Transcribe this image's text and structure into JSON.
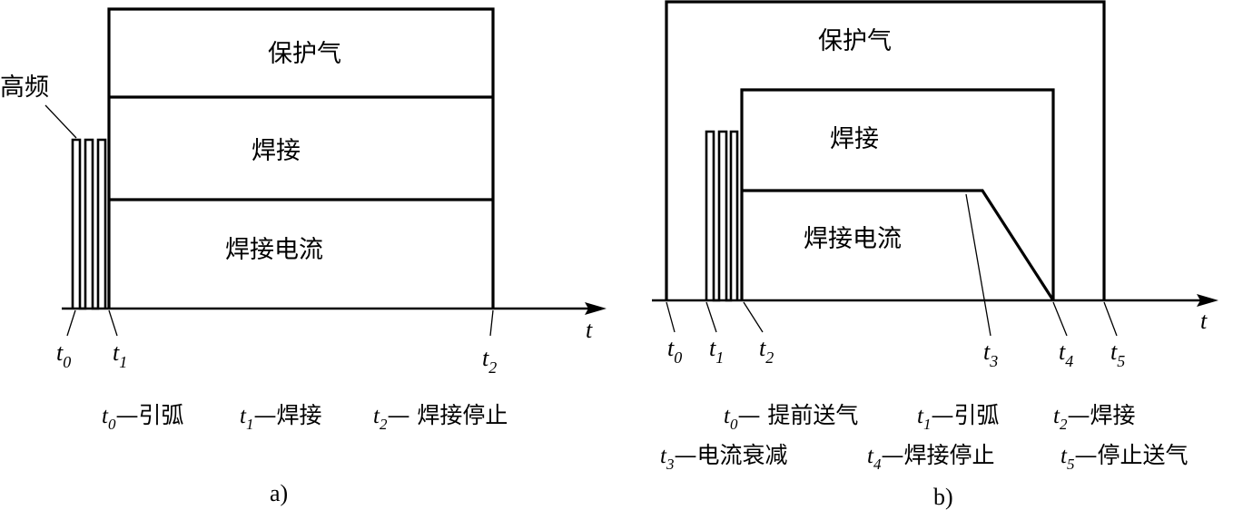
{
  "diagram_a": {
    "blocks": [
      "保护气",
      "焊接",
      "焊接电流"
    ],
    "hf_label": "高频",
    "axis_label": "t",
    "ticks": [
      {
        "t": "t",
        "sub": "0"
      },
      {
        "t": "t",
        "sub": "1"
      },
      {
        "t": "t",
        "sub": "2"
      }
    ],
    "legend_line": [
      {
        "t": "t",
        "sub": "0",
        "desc": "—引弧"
      },
      {
        "t": "t",
        "sub": "1",
        "desc": "—焊接"
      },
      {
        "t": "t",
        "sub": "2",
        "desc": "— 焊接停止"
      }
    ],
    "panel_label": "a)"
  },
  "diagram_b": {
    "blocks": [
      "保护气",
      "焊接",
      "焊接电流"
    ],
    "axis_label": "t",
    "ticks": [
      {
        "t": "t",
        "sub": "0"
      },
      {
        "t": "t",
        "sub": "1"
      },
      {
        "t": "t",
        "sub": "2"
      },
      {
        "t": "t",
        "sub": "3"
      },
      {
        "t": "t",
        "sub": "4"
      },
      {
        "t": "t",
        "sub": "5"
      }
    ],
    "legend_line1": [
      {
        "t": "t",
        "sub": "0",
        "desc": "— 提前送气"
      },
      {
        "t": "t",
        "sub": "1",
        "desc": "—引弧"
      },
      {
        "t": "t",
        "sub": "2",
        "desc": "—焊接"
      }
    ],
    "legend_line2": [
      {
        "t": "t",
        "sub": "3",
        "desc": "—电流衰减"
      },
      {
        "t": "t",
        "sub": "4",
        "desc": "—焊接停止"
      },
      {
        "t": "t",
        "sub": "5",
        "desc": "—停止送气"
      }
    ],
    "panel_label": "b)"
  }
}
